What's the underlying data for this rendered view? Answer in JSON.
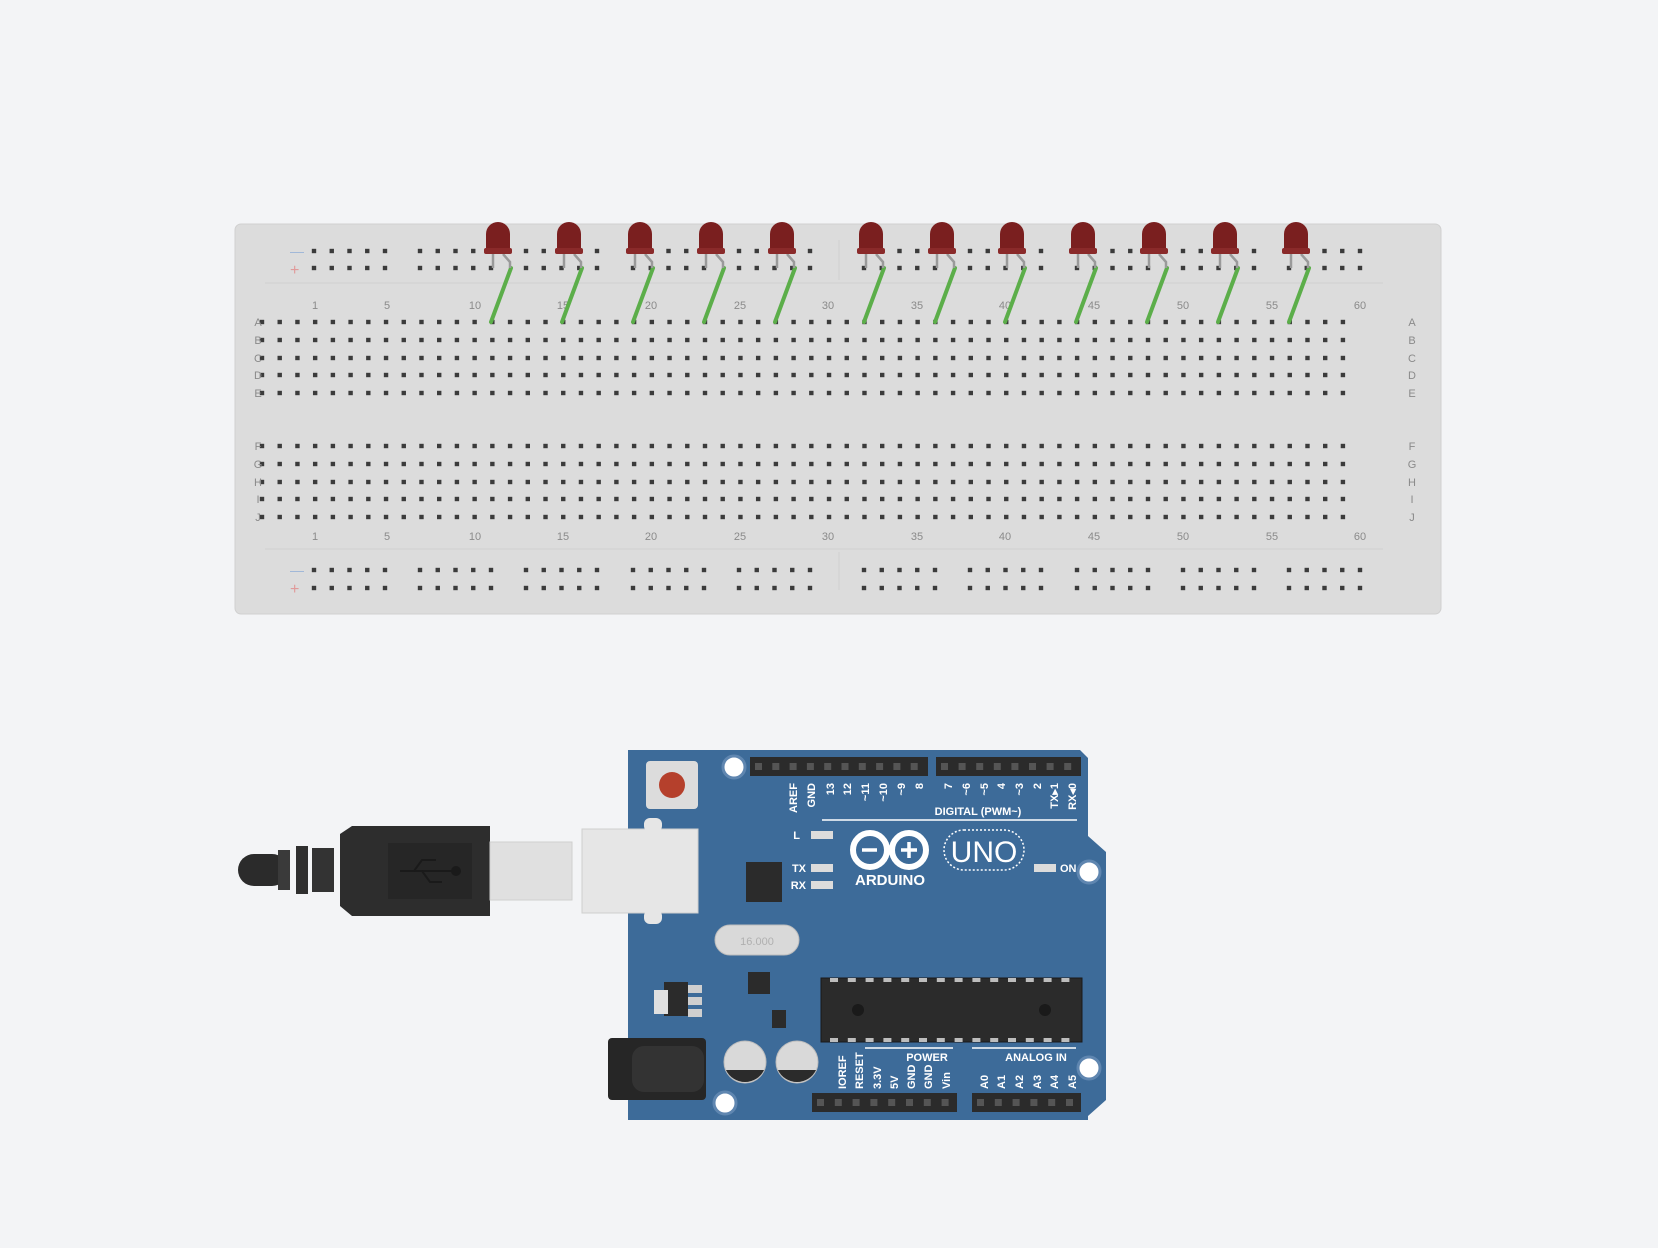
{
  "breadboard": {
    "row_labels_top": [
      "A",
      "B",
      "C",
      "D",
      "E"
    ],
    "row_labels_bottom": [
      "F",
      "G",
      "H",
      "I",
      "J"
    ],
    "column_labels": [
      "1",
      "5",
      "10",
      "15",
      "20",
      "25",
      "30",
      "35",
      "40",
      "45",
      "50",
      "55",
      "60"
    ],
    "rail_minus": "—",
    "rail_plus": "+"
  },
  "leds": {
    "count": 12,
    "color": "#7a1f1f",
    "wire_color": "#5cae4a"
  },
  "arduino": {
    "board_color": "#3d6b99",
    "brand": "ARDUINO",
    "model": "UNO",
    "digital_header_label": "DIGITAL (PWM~)",
    "digital_pins": [
      "AREF",
      "GND",
      "13",
      "12",
      "~11",
      "~10",
      "~9",
      "8",
      "7",
      "~6",
      "~5",
      "4",
      "~3",
      "2",
      "TX▸1",
      "RX◂0"
    ],
    "power_label": "POWER",
    "power_pins": [
      "IOREF",
      "RESET",
      "3.3V",
      "5V",
      "GND",
      "GND",
      "Vin"
    ],
    "analog_label": "ANALOG IN",
    "analog_pins": [
      "A0",
      "A1",
      "A2",
      "A3",
      "A4",
      "A5"
    ],
    "led_l": "L",
    "led_tx": "TX",
    "led_rx": "RX",
    "led_on": "ON",
    "crystal_label": "16.000"
  },
  "usb_cable": {
    "icon": "usb-icon"
  }
}
